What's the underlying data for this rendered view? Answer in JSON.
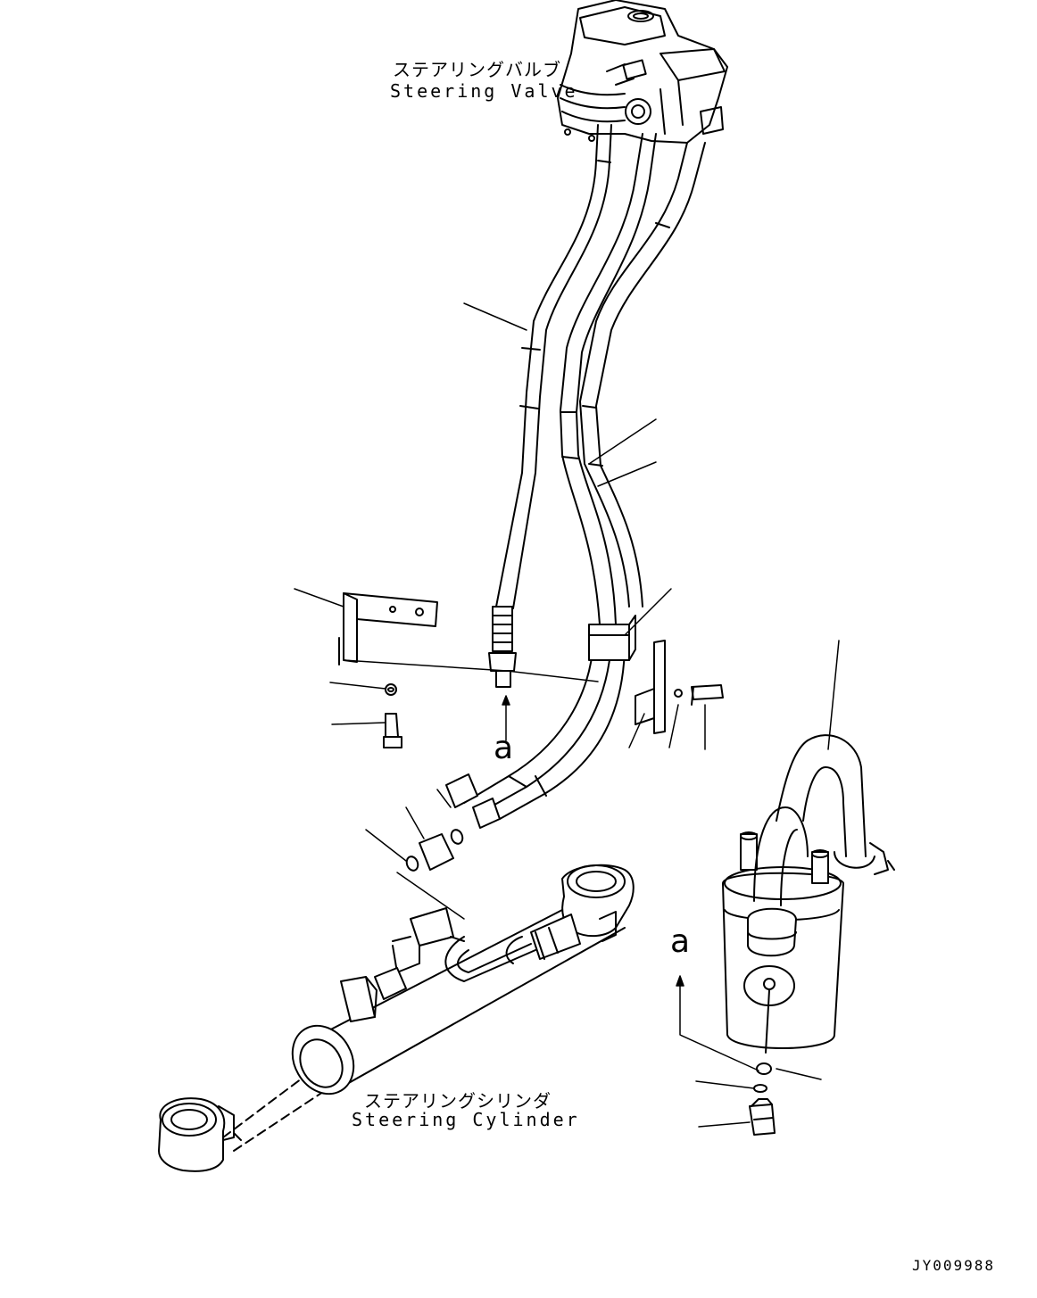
{
  "labels": {
    "steering_valve_jp": "ステアリングバルブ",
    "steering_valve_en": "Steering Valve",
    "steering_cylinder_jp": "ステアリングシリンダ",
    "steering_cylinder_en": "Steering Cylinder",
    "view_marker_left": "a",
    "view_marker_right": "a",
    "drawing_code": "JY009988"
  }
}
